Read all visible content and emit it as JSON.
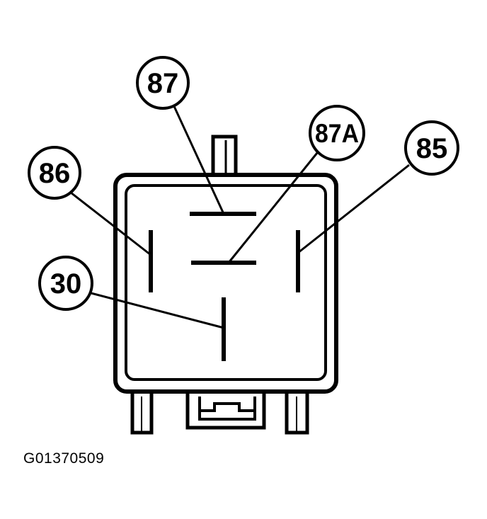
{
  "diagram": {
    "ink_color": "#000000",
    "background_color": "#ffffff",
    "terminals": [
      {
        "key": "t87",
        "label": "87"
      },
      {
        "key": "t87a",
        "label": "87A"
      },
      {
        "key": "t86",
        "label": "86"
      },
      {
        "key": "t85",
        "label": "85"
      },
      {
        "key": "t30",
        "label": "30"
      }
    ]
  },
  "figure_code": "G01370509"
}
